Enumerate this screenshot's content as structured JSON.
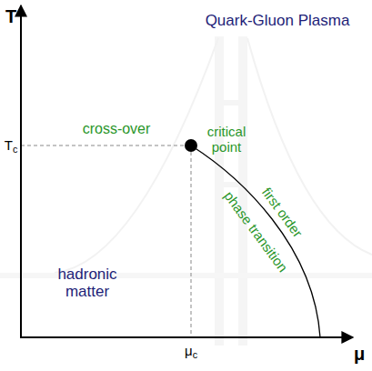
{
  "diagram": {
    "labels": [
      "T",
      "μ",
      "Tc",
      "μc",
      "Quark-Gluon Plasma",
      "cross-over",
      "critical point",
      "first order",
      "phase transition",
      "hadronic matter"
    ]
  }
}
